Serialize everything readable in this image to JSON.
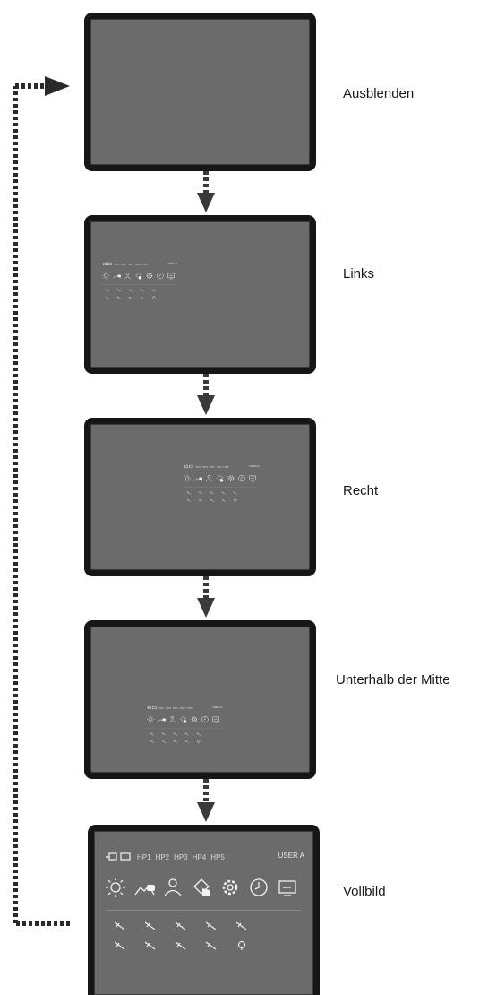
{
  "modes": [
    {
      "label": "Ausblenden"
    },
    {
      "label": "Links"
    },
    {
      "label": "Recht"
    },
    {
      "label": "Unterhalb der Mitte"
    },
    {
      "label": "Vollbild"
    }
  ],
  "menu": {
    "hp_labels": [
      "HP1",
      "HP2",
      "HP3",
      "HP4",
      "HP5"
    ],
    "user_label": "USER A",
    "icons": [
      "sun-brightness-icon",
      "landscape-image-icon",
      "person-icon",
      "hand-touch-icon",
      "gear-icon",
      "clock-icon",
      "input-source-icon"
    ],
    "small_icons": [
      "slash-icon-1",
      "slash-icon-2",
      "slash-icon-3",
      "slash-icon-4",
      "slash-icon-5",
      "slash-icon-6",
      "slash-icon-7",
      "slash-icon-8",
      "slash-icon-9",
      "bulb-icon"
    ]
  },
  "colors": {
    "screen_bg": "#6b6b6b",
    "bezel": "#161616",
    "arrow": "#3a3a3a",
    "icon": "#f2f2f2"
  }
}
